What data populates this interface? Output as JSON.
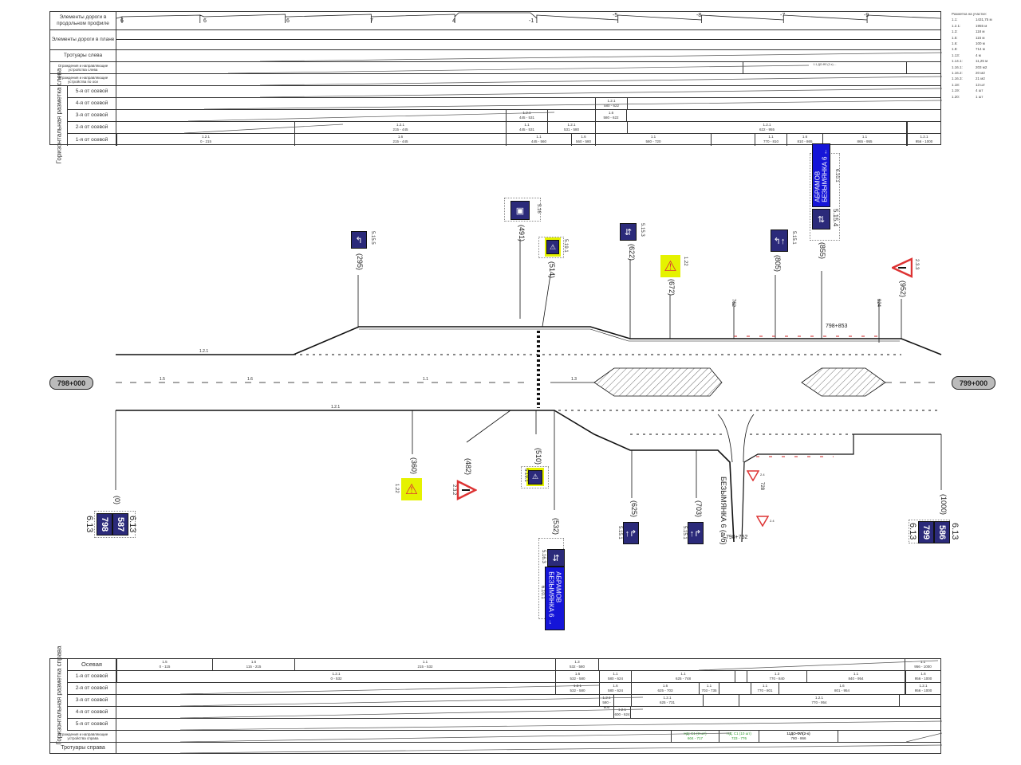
{
  "top_table": {
    "rows": {
      "profile": "Элементы дороги в продольном профиле",
      "plan": "Элементы дороги в плане",
      "sidewalks": "Тротуары слева",
      "fence_left": "Ограждения и направляющие устройства слева",
      "fence_axis": "Ограждения и направляющие устройства по оси",
      "group": "Горизонтальная разметка слева",
      "r5": "5-я от осевой",
      "r4": "4-я от осевой",
      "r3": "3-я от осевой",
      "r2": "2-я от осевой",
      "r1": "1-я от осевой"
    },
    "profile_values": [
      "6",
      "6",
      "6",
      "7",
      "4",
      "-1",
      "-5",
      "-8",
      "-7",
      "-9"
    ],
    "fence_left_cell": "1.1 ДО-ФЛ (2-х) ...",
    "r1": [
      [
        "1.2.1",
        "0 - 215"
      ],
      [
        "1.6",
        "215 - 445"
      ],
      [
        "1.1",
        "445 - 560"
      ],
      [
        "1.6",
        "560 - 580"
      ],
      [
        "1.1",
        "580 - 720"
      ],
      [
        "1.1",
        "770 - 810"
      ],
      [
        "1.6",
        "810 - 865"
      ],
      [
        "1.1",
        "865 - 955"
      ],
      [
        "1.2.1",
        "956 - 1000"
      ]
    ],
    "r2": [
      [
        "1.2.1",
        "215 - 445"
      ],
      [
        "1.1",
        "445 - 531"
      ],
      [
        "1.2.1",
        "531 - 580"
      ],
      [
        "1.2.1",
        "622 - 955"
      ]
    ],
    "r3": [
      [
        "1.2.1",
        "445 - 531"
      ],
      [
        "1.6",
        "580 - 622"
      ]
    ],
    "r4": [
      [
        "1.2.1",
        "580 - 622"
      ]
    ]
  },
  "legend": {
    "title": "Разметка на участке:",
    "items": [
      [
        "1.1:",
        "1431,75 м"
      ],
      [
        "1.2.1:",
        "1955 м"
      ],
      [
        "1.3:",
        "118 м"
      ],
      [
        "1.5:",
        "115 м"
      ],
      [
        "1.6:",
        "100 м"
      ],
      [
        "1.8:",
        "714 м"
      ],
      [
        "1.13:",
        "4 м"
      ],
      [
        "1.14.1:",
        "11,25 м"
      ],
      [
        "1.16.1:",
        "203 м2"
      ],
      [
        "1.16.2:",
        "20 м2"
      ],
      [
        "1.16.3:",
        "21 м2"
      ],
      [
        "1.18:",
        "13 шт"
      ],
      [
        "1.19:",
        "4 шт"
      ],
      [
        "1.20:",
        "1 шт"
      ]
    ]
  },
  "plan": {
    "station_start": "798+000",
    "station_end": "799+000",
    "point_853": "798+853",
    "point_752": "798+752",
    "side_road": "БЕЗЫМЯНКА 6 (а/б)",
    "direction_text_1": "АБРАМОВ",
    "direction_text_2": "БЕЗЫМЯНКА 6",
    "top_signs": [
      {
        "code": "5.15.5",
        "dist": "(295)"
      },
      {
        "code": "5.16",
        "dist": "(491)"
      },
      {
        "code": "5.19.1",
        "dist": "(514)"
      },
      {
        "code": "5.15.3",
        "dist": "(622)"
      },
      {
        "code": "1.22",
        "dist": "(672)"
      },
      {
        "code": "5.15.1",
        "dist": "(805)"
      },
      {
        "code": "6.10.1",
        "code2": "5.15.4",
        "dist": "(855)"
      },
      {
        "code": "2.3.3",
        "dist": "(952)"
      }
    ],
    "bottom_signs": [
      {
        "code": "1.22",
        "dist": "(360)"
      },
      {
        "code": "2.3.2",
        "dist": "(482)"
      },
      {
        "code": "5.19.1",
        "dist": "(510)"
      },
      {
        "code": "5.16.3",
        "code2": "6.10.1",
        "dist": "(532)"
      },
      {
        "code": "5.15.1",
        "dist": "(625)"
      },
      {
        "code": "5.15.1",
        "dist": "(703)"
      },
      {
        "code": "2.4",
        "dist": ""
      }
    ],
    "km_left": {
      "code": "6.13",
      "a": "798",
      "b": "587",
      "dist": "(0)"
    },
    "km_right": {
      "code": "6.13",
      "a": "799",
      "b": "586",
      "dist": "(1000)"
    },
    "marks": [
      "1.2.1",
      "1.6",
      "1.5",
      "1.1",
      "1.3",
      "752",
      "924",
      "728"
    ]
  },
  "bottom_table": {
    "rows": {
      "axis": "Осевая",
      "r1": "1-я от осевой",
      "r2": "2-я от осевой",
      "r3": "3-я от осевой",
      "r4": "4-я от осевой",
      "r5": "5-я от осевой",
      "group": "Горизонтальная разметка справа",
      "fence_right": "Ограждения и направляющие устройства справа",
      "sidewalks": "Тротуары справа"
    },
    "axis": [
      [
        "1.5",
        "0 - 115"
      ],
      [
        "1.6",
        "115 - 215"
      ],
      [
        "1.1",
        "215 - 532"
      ],
      [
        "1.3",
        "532 - 580"
      ],
      [
        "1.1",
        "956 - 1000"
      ]
    ],
    "r1": [
      [
        "1.2.1",
        "0 - 532"
      ],
      [
        "1.6",
        "532 - 580"
      ],
      [
        "1.1",
        "580 - 624"
      ],
      [
        "1.1",
        "625 - 748"
      ],
      [
        "1.3",
        "770 - 840"
      ],
      [
        "1.1",
        "840 - 954"
      ],
      [
        "1.6",
        "956 - 1000"
      ]
    ],
    "r2": [
      [
        "1.2.1",
        "532 - 580"
      ],
      [
        "1.6",
        "580 - 624"
      ],
      [
        "1.6",
        "625 - 703"
      ],
      [
        "1.1",
        "703 - 735"
      ],
      [
        "1.1",
        "770 - 801"
      ],
      [
        "1.6",
        "801 - 954"
      ],
      [
        "1.2.1",
        "956 - 1000"
      ]
    ],
    "r3": [
      [
        "1.2.1",
        "580 - 600"
      ],
      [
        "1.2.1",
        "625 - 731"
      ],
      [
        "1.2.1",
        "770 - 954"
      ]
    ],
    "r4": [
      [
        "1.2.1",
        "600 - 624"
      ]
    ],
    "fence": [
      [
        "НД: С1 (3 шт)",
        "604 - 717"
      ],
      [
        "НД: С1 (10 шт)",
        "723 - 776"
      ],
      [
        "11ДО-ФЛ(2-х)",
        "780 - 866"
      ]
    ]
  },
  "colors": {
    "sign_dark": "#2b2a7a",
    "sign_blue": "#1515d8",
    "warning_yellow": "#e5f200",
    "triangle_red": "#d33",
    "barrier_red": "#c22"
  }
}
